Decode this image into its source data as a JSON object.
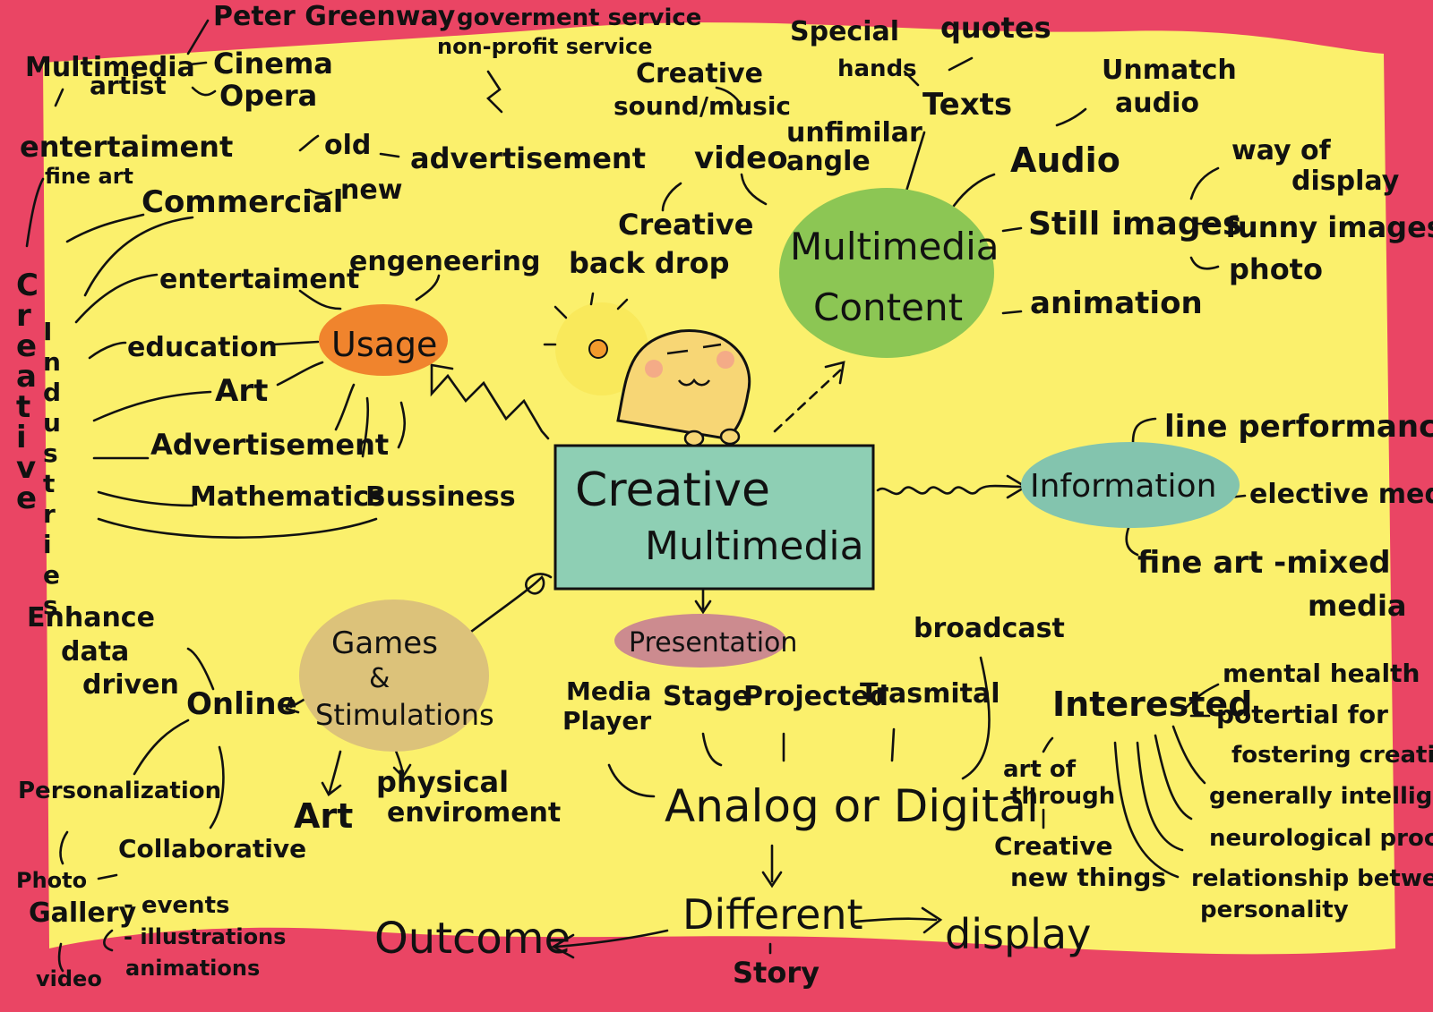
{
  "colors": {
    "background": "#ea4564",
    "paper": "#fbf06c",
    "ink": "#111111",
    "usage": "#f0842d",
    "content": "#8cc654",
    "information": "#83c4ae",
    "games": "#dcc27a",
    "presentation": "#cc8b8f",
    "center": "#8ecfb4",
    "center_text": "#1b7fa0",
    "bulb": "#f8e24a"
  },
  "center": {
    "line1": "Creative",
    "line2": "Multimedia"
  },
  "nodes": {
    "usage": "Usage",
    "content_1": "Multimedia",
    "content_2": "Content",
    "information": "Information",
    "games_1": "Games",
    "games_2": "&",
    "games_3": "Stimulations",
    "presentation": "Presentation"
  },
  "labels": {
    "creative_industries": "Creative Industries",
    "multimedia_artist_1": "Multimedia",
    "multimedia_artist_2": "artist",
    "peter_greenway": "Peter Greenway",
    "cinema": "Cinema",
    "opera": "Opera",
    "government_service": "goverment service",
    "non_profit_service": "non-profit service",
    "entertainment_fine": "entertaiment",
    "fine_art": "fine art",
    "commercial": "Commercial",
    "old": "old",
    "new": "new",
    "advertisement": "advertisement",
    "entertainment": "entertaiment",
    "engineering": "engeneering",
    "education": "education",
    "art": "Art",
    "advertisement_usage": "Advertisement",
    "mathematics": "Mathematics",
    "business": "Bussiness",
    "creative_backdrop_1": "Creative",
    "creative_backdrop_2": "back drop",
    "video": "video",
    "creative_sound_1": "Creative",
    "creative_sound_2": "sound/music",
    "unfamiliar_1": "unfimilar",
    "unfamiliar_2": "angle",
    "special_hands_1": "Special",
    "special_hands_2": "hands",
    "quotes": "quotes",
    "texts": "Texts",
    "unmatch_1": "Unmatch",
    "unmatch_2": "audio",
    "audio": "Audio",
    "way_of_1": "way of",
    "way_of_2": "display",
    "still_images": "Still images",
    "funny_images": "funny images",
    "photo": "photo",
    "animation": "animation",
    "line_performance": "line performance",
    "elective_media": "elective media",
    "fine_art_mixed_1": "fine art -mixed",
    "fine_art_mixed_2": "media",
    "enhance_1": "Enhance",
    "enhance_2": "data",
    "enhance_3": "driven",
    "online": "Online",
    "personalization": "Personalization",
    "collaborative": "Collaborative",
    "photo_gallery_1": "Photo",
    "photo_gallery_2": "Gallery",
    "events": "- events",
    "illustrations": "- illustrations",
    "animations": "animations",
    "video_small": "video",
    "games_art": "Art",
    "physical_1": "physical",
    "physical_2": "enviroment",
    "media_player_1": "Media",
    "media_player_2": "Player",
    "stage": "Stage",
    "projected": "Projected",
    "trasmital": "Trasmital",
    "broadcast": "broadcast",
    "analog_digital": "Analog or Digital",
    "different": "Different",
    "outcome": "Outcome",
    "display": "display",
    "story": "Story",
    "interested": "Interested",
    "mental_health": "mental health",
    "potential_1": "potertial for",
    "potential_2": "fostering creativity",
    "generally_intelligence": "generally intelligence",
    "neurological": "neurological process",
    "relationship_1": "relationship between",
    "relationship_2": "personality",
    "art_through_1": "art of",
    "art_through_2": "through",
    "art_through_3": "Creative",
    "art_through_4": "new things"
  }
}
